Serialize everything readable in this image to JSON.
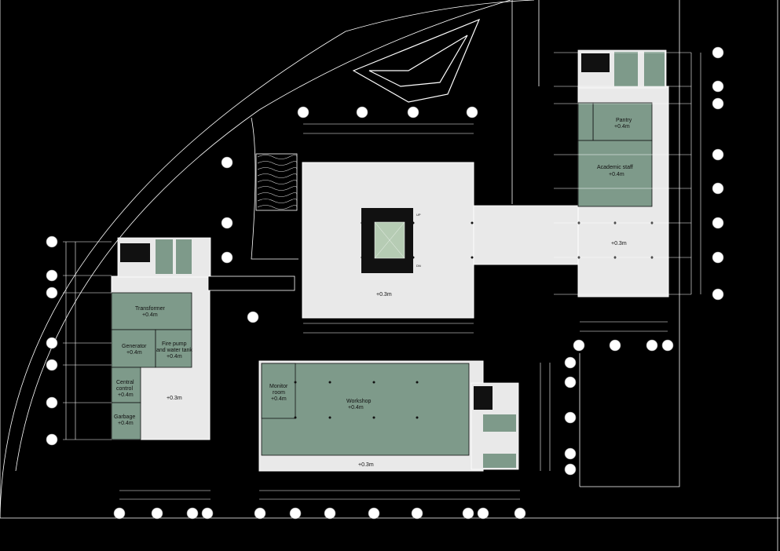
{
  "plan": {
    "colors": {
      "background": "#000000",
      "floor_light": "#e9e9e9",
      "room_green": "#7e9a8a",
      "light_green": "#b6ccb4",
      "line": "#ffffff",
      "dark": "#111111"
    },
    "rooms": {
      "pantry": {
        "name": "Pantry",
        "level": "+0.4m"
      },
      "academic_staff": {
        "name": "Academic staff",
        "level": "+0.4m"
      },
      "east_wing": {
        "level": "+0.3m"
      },
      "central_hall": {
        "level": "+0.3m"
      },
      "transformer": {
        "name": "Transformer",
        "level": "+0.4m"
      },
      "generator": {
        "name": "Generator",
        "level": "+0.4m"
      },
      "fire_pump": {
        "name_line1": "Fire pump",
        "name_line2": "and water tank",
        "level": "+0.4m"
      },
      "central_control": {
        "name_line1": "Central",
        "name_line2": "control",
        "level": "+0.4m"
      },
      "garbage": {
        "name": "Garbage",
        "level": "+0.4m"
      },
      "west_wing": {
        "level": "+0.3m"
      },
      "monitor_room": {
        "name": "Monitor",
        "name_line2": "room",
        "level": "+0.4m"
      },
      "workshop": {
        "name": "Workshop",
        "level": "+0.4m"
      },
      "workshop_corridor": {
        "level": "+0.3m"
      }
    },
    "stairs": {
      "up": "UP",
      "down": "DN"
    }
  }
}
